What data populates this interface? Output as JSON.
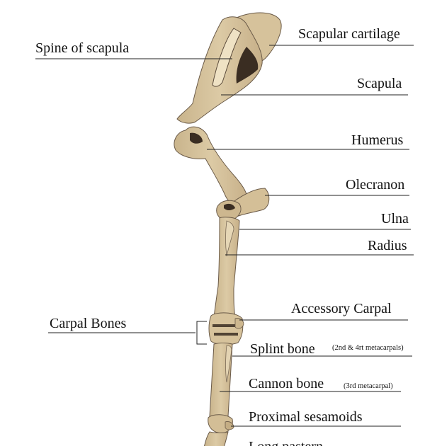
{
  "colors": {
    "bone": "#d9c6a0",
    "bone_shadow": "#3a2d22",
    "outline": "#6a5a48",
    "leader": "#222222",
    "text": "#111111"
  },
  "labels": {
    "spine_of_scapula": "Spine of scapula",
    "scapular_cartilage": "Scapular cartilage",
    "scapula": "Scapula",
    "humerus": "Humerus",
    "olecranon": "Olecranon",
    "ulna": "Ulna",
    "radius": "Radius",
    "accessory_carpal": "Accessory Carpal",
    "carpal_bones": "Carpal Bones",
    "splint_bone": "Splint bone",
    "splint_bone_note": "(2nd & 4rt metacarpals)",
    "cannon_bone": "Cannon bone",
    "cannon_bone_note": "(3rd metacarpal)",
    "proximal_sesamoids": "Proximal sesamoids",
    "long_pastern": "Long pastern"
  }
}
